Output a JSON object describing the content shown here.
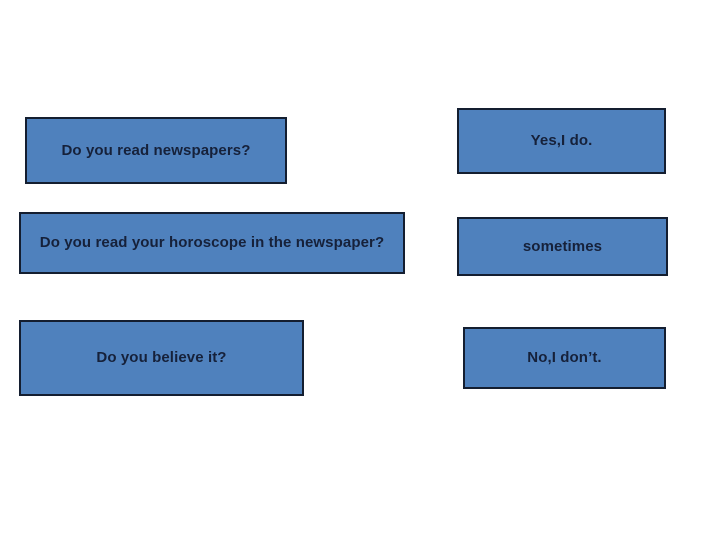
{
  "slide": {
    "questions": [
      {
        "label": "Do you read newspapers?"
      },
      {
        "label": "Do you read your horoscope in the newspaper?"
      },
      {
        "label": "Do you believe it?"
      }
    ],
    "answers": [
      {
        "label": "Yes,I do."
      },
      {
        "label": "sometimes"
      },
      {
        "label": "No,I don’t."
      }
    ],
    "colors": {
      "background": "#ffffff",
      "box_fill": "#4f81bd",
      "box_border": "#141e30",
      "text": "#16213a"
    }
  }
}
